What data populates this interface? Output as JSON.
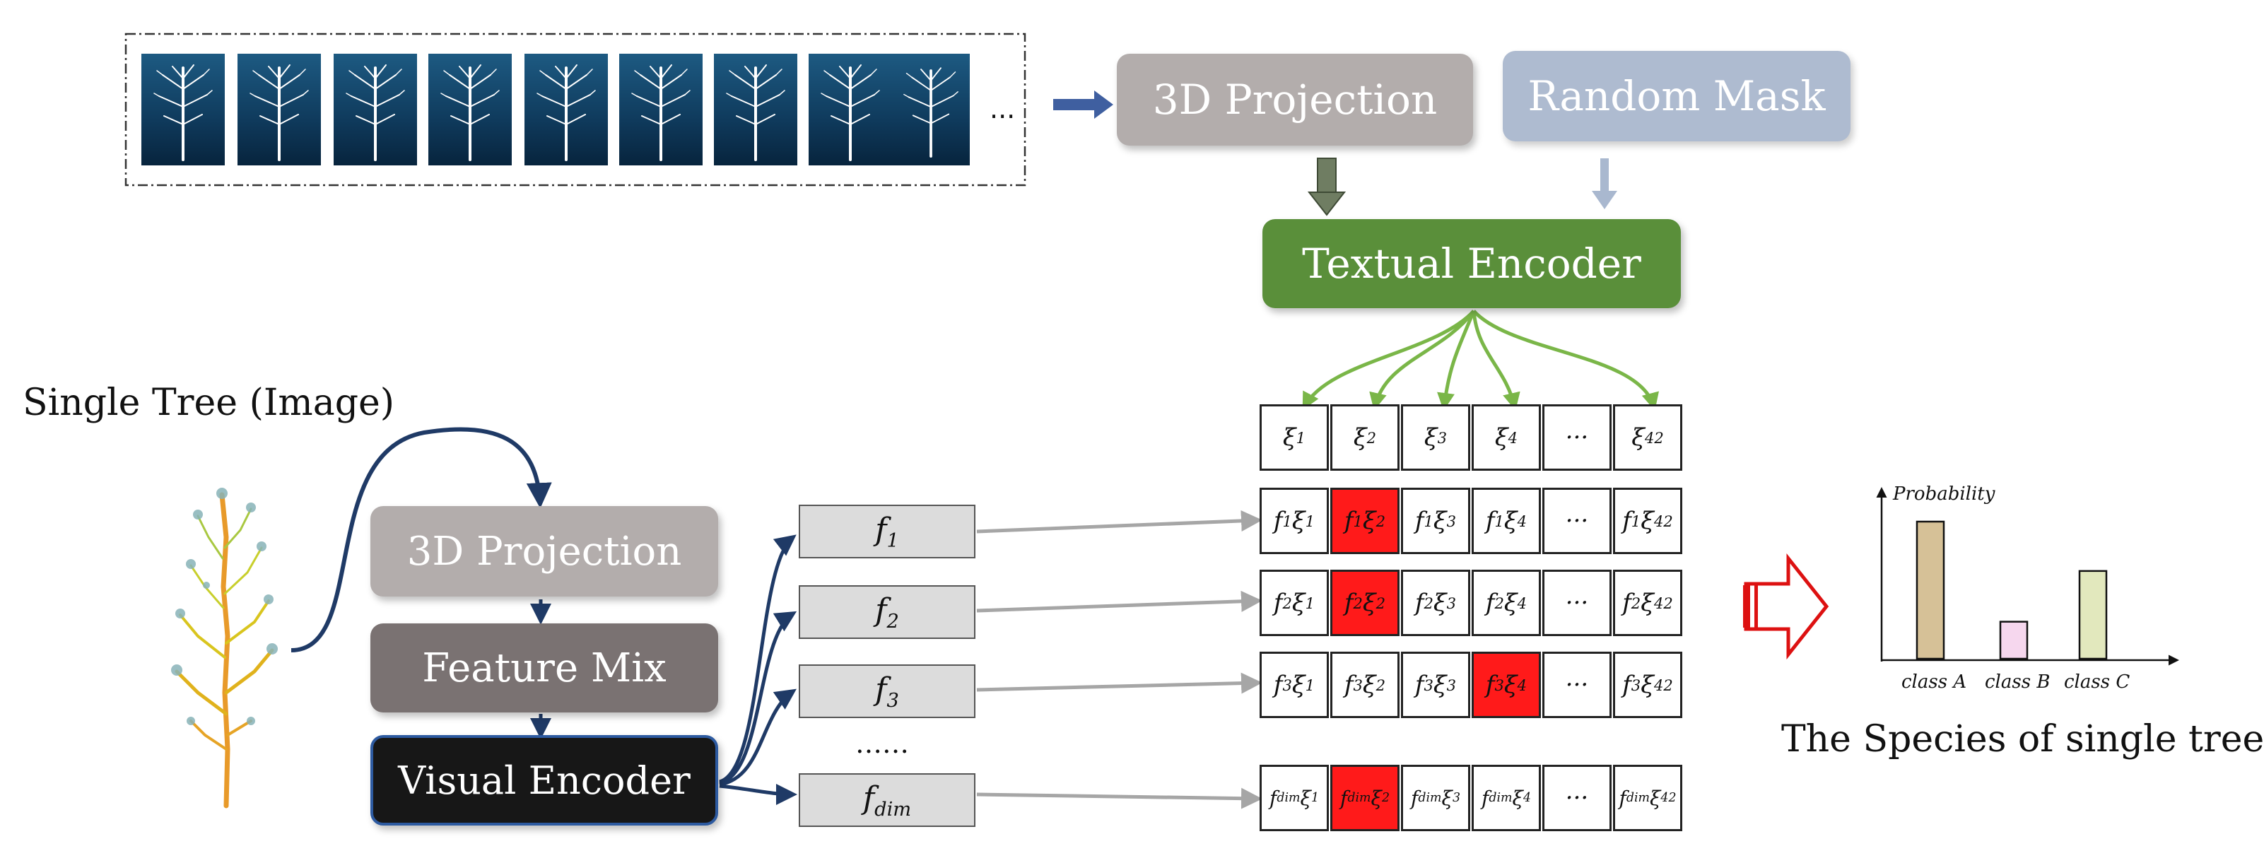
{
  "top": {
    "ellipsis": "...",
    "projection_label": "3D Projection",
    "random_mask_label": "Random Mask",
    "textual_encoder_label": "Textual Encoder"
  },
  "left": {
    "input_label": "Single Tree (Image)",
    "projection_label": "3D Projection",
    "feature_mix_label": "Feature Mix",
    "visual_encoder_label": "Visual Encoder"
  },
  "features": {
    "items": [
      "f1",
      "f2",
      "f3",
      "fdim"
    ],
    "ellipsis": "……"
  },
  "matrix": {
    "header": [
      "ξ1",
      "ξ2",
      "ξ3",
      "ξ4",
      "···",
      "ξ42"
    ],
    "rows": [
      [
        "f1ξ1",
        "f1ξ2",
        "f1ξ3",
        "f1ξ4",
        "···",
        "f1ξ42"
      ],
      [
        "f2ξ1",
        "f2ξ2",
        "f2ξ3",
        "f2ξ4",
        "···",
        "f2ξ42"
      ],
      [
        "f3ξ1",
        "f3ξ2",
        "f3ξ3",
        "f3ξ4",
        "···",
        "f3ξ42"
      ],
      [
        "fdimξ1",
        "fdimξ2",
        "fdimξ3",
        "fdimξ4",
        "···",
        "fdimξ42"
      ]
    ]
  },
  "output": {
    "ylabel": "Probability",
    "classes": [
      "class A",
      "class B",
      "class C"
    ],
    "values": [
      1.0,
      0.27,
      0.64
    ],
    "caption": "The Species of single tree"
  },
  "colors": {
    "projection_top": "#b3adac",
    "random_mask": "#aebbd0",
    "textual_encoder": "#5a8f3a",
    "projection_left": "#b3adac",
    "feature_mix": "#7a7272",
    "visual_encoder": "#171717",
    "highlight": "#ff1a1a",
    "arrow_blue": "#1f3a66",
    "arrow_green": "#7ab648",
    "bar_a": "#d6c197",
    "bar_b": "#f6d7ee",
    "bar_c": "#e2e8bd"
  }
}
